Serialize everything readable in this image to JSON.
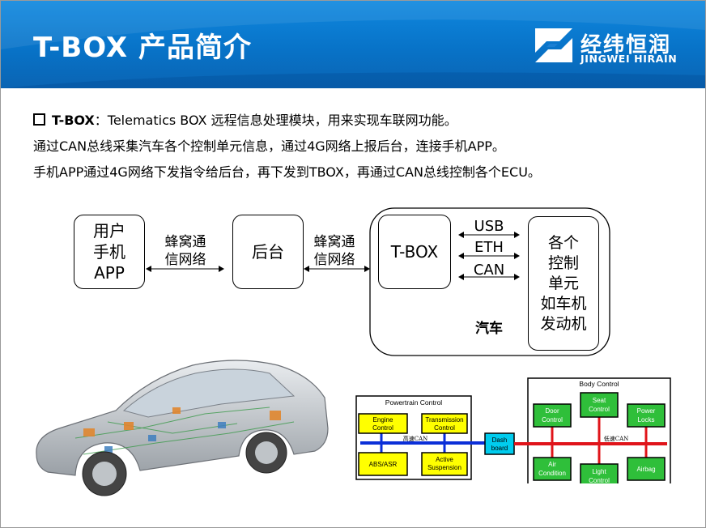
{
  "header": {
    "title": "T-BOX 产品简介",
    "logo_cn": "经纬恒润",
    "logo_en": "JINGWEI HIRAIN"
  },
  "intro": {
    "term": "T-BOX",
    "line1_rest": "：Telematics BOX 远程信息处理模块，用来实现车联网功能。",
    "line2": "通过CAN总线采集汽车各个控制单元信息，通过4G网络上报后台，连接手机APP。",
    "line3": "手机APP通过4G网络下发指令给后台，再下发到TBOX，再通过CAN总线控制各个ECU。"
  },
  "diagram": {
    "phone_box": [
      "用户",
      "手机",
      "APP"
    ],
    "link1": [
      "蜂窝通",
      "信网络"
    ],
    "backend_box": "后台",
    "link2": [
      "蜂窝通",
      "信网络"
    ],
    "tbox_box": "T-BOX",
    "bus_labels": [
      "USB",
      "ETH",
      "CAN"
    ],
    "ecu_box": [
      "各个",
      "控制",
      "单元",
      "如车机",
      "发动机"
    ],
    "car_label": "汽车"
  },
  "network": {
    "powertrain_title": "Powertrain Control",
    "body_title": "Body Control",
    "hs_can": "高速CAN",
    "ls_can": "低速CAN",
    "dashboard": [
      "Dash",
      "board"
    ],
    "engine": [
      "Engine",
      "Control"
    ],
    "transmission": [
      "Transmission",
      "Control"
    ],
    "abs": "ABS/ASR",
    "suspension": [
      "Active",
      "Suspension"
    ],
    "door": [
      "Door",
      "Control"
    ],
    "seat": [
      "Seat",
      "Control"
    ],
    "power_locks": [
      "Power",
      "Locks"
    ],
    "air": [
      "Air",
      "Condition"
    ],
    "light": [
      "Light",
      "Control"
    ],
    "airbag": "Airbag",
    "colors": {
      "ecu_fill": "#ffff00",
      "body_fill": "#2fbf3a",
      "bus_blue": "#0b2fd8",
      "bus_red": "#e0141a",
      "dash_fill": "#00ccee"
    }
  }
}
